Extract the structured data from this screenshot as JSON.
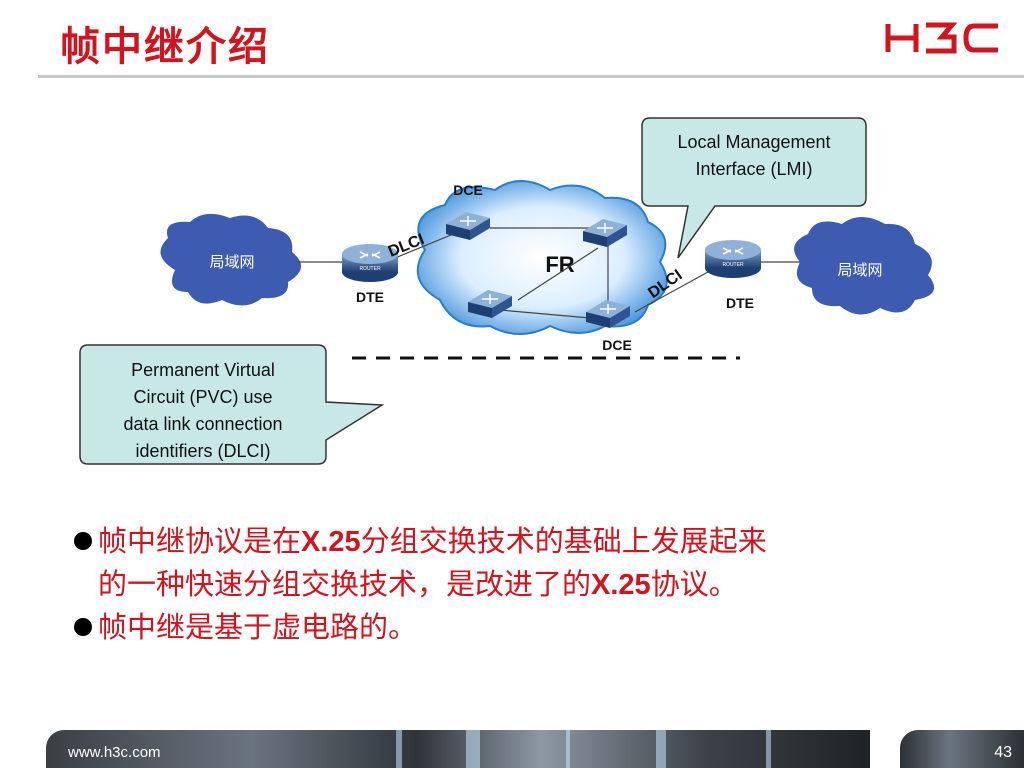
{
  "title": "帧中继介绍",
  "logo_text": "H3C",
  "diagram": {
    "cloud_label": "FR",
    "lan_left": "局域网",
    "lan_right": "局域网",
    "dce_top": "DCE",
    "dce_bottom": "DCE",
    "dte_left": "DTE",
    "dte_right": "DTE",
    "dlci_left": "DLCI",
    "dlci_right": "DLCI",
    "router_tag": "ROUTER",
    "switch_tag": "DCE",
    "callout_lmi": [
      "Local Management",
      "Interface (LMI)"
    ],
    "callout_pvc": [
      "Permanent Virtual",
      "Circuit (PVC) use",
      "data link connection",
      "identifiers (DLCI)"
    ]
  },
  "bullets": [
    {
      "pre": "帧中继协议是在",
      "bold": "X.25",
      "post": "分组交换技术的基础上发展起来",
      "line2_pre": "的一种快速分组交换技术，是改进了的",
      "line2_bold": "X.25",
      "line2_post": "协议。"
    },
    {
      "text": "帧中继是基于虚电路的。"
    }
  ],
  "footer": {
    "url": "www.h3c.com",
    "page": "43"
  },
  "colors": {
    "accent": "#d2141e",
    "callout_fill": "#c8e8e8",
    "cloud_blue": "#3a8fd8",
    "lan_cloud": "#3d5bb0"
  }
}
